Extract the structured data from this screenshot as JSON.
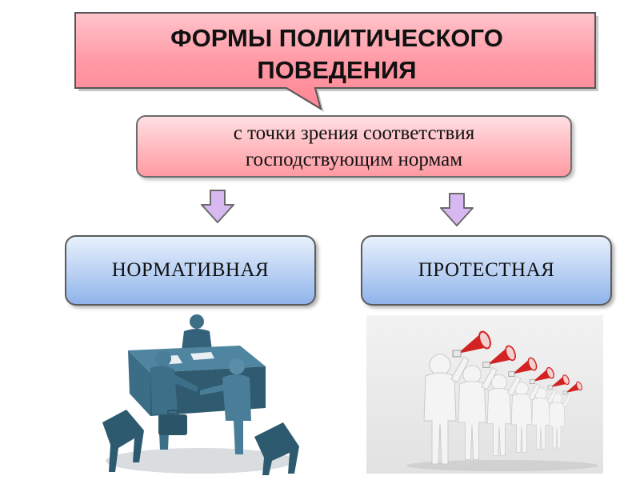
{
  "title": {
    "line1": "ФОРМЫ ПОЛИТИЧЕСКОГО",
    "line2": "ПОВЕДЕНИЯ"
  },
  "criterion": {
    "line1": "с точки зрения соответствия",
    "line2": "господствующим нормам"
  },
  "categories": {
    "normative": "НОРМАТИВНАЯ",
    "protest": "ПРОТЕСТНАЯ"
  },
  "colors": {
    "title_callout": "#ff9aa6",
    "criterion_box": "#ffb9bf",
    "category_box": "#b8d0f3",
    "arrow_fill": "#d8b8f0",
    "figure_dark": "#3f6f86",
    "figure_white": "#f4f4f4",
    "megaphone_red": "#d22222"
  },
  "illustrations": {
    "normative": "office-handshake-illustration",
    "protest": "megaphone-protest-illustration"
  }
}
